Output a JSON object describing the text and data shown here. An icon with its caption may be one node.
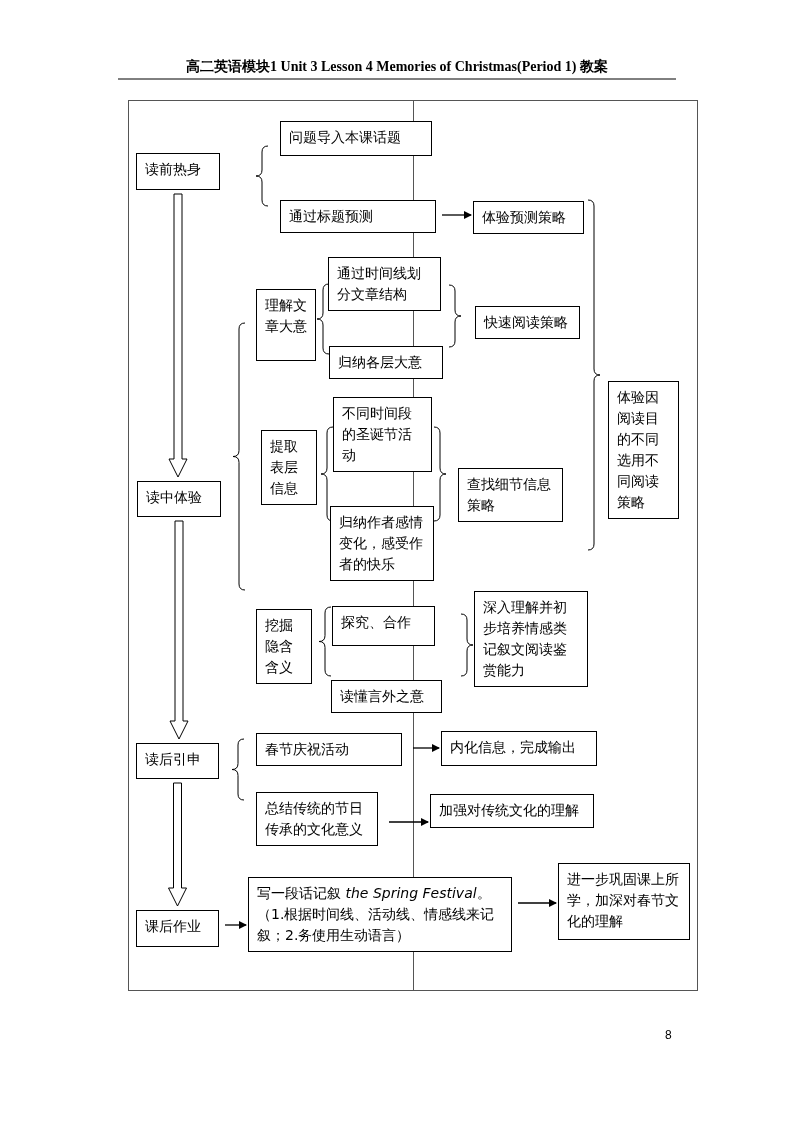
{
  "diagram": {
    "title": "高二英语模块1 Unit 3 Lesson 4 Memories of Christmas(Period 1) 教案",
    "nodes": [
      {
        "text": [
          "读前热身"
        ]
      },
      {
        "text": [
          "问题导入本课话题"
        ]
      },
      {
        "text": [
          "通过标题预测"
        ]
      },
      {
        "text": [
          "体验预测策略"
        ]
      },
      {
        "text": [
          "理解文章大意"
        ]
      },
      {
        "text": [
          "通过时间线划分文章结构"
        ]
      },
      {
        "text": [
          "归纳各层大意"
        ]
      },
      {
        "text": [
          "快速阅读策略"
        ]
      },
      {
        "text": [
          "读中体验"
        ]
      },
      {
        "text": [
          "提取表层信息"
        ]
      },
      {
        "text": [
          "不同时间段的圣诞节活动"
        ]
      },
      {
        "text": [
          "归纳作者感情变化，感受作者的快乐"
        ]
      },
      {
        "text": [
          "查找细节信息策略"
        ]
      },
      {
        "text": [
          "体验因阅读目的不同选用不同阅读策略"
        ]
      },
      {
        "text": [
          "挖掘隐含含义"
        ]
      },
      {
        "text": [
          "探究、合作"
        ]
      },
      {
        "text": [
          "读懂言外之意"
        ]
      },
      {
        "text": [
          "深入理解并初步培养情感类记叙文阅读鉴赏能力"
        ]
      },
      {
        "text": [
          "读后引申"
        ]
      },
      {
        "text": [
          "春节庆祝活动"
        ]
      },
      {
        "text": [
          "内化信息，完成输出"
        ]
      },
      {
        "text": [
          "总结传统的节日传承的文化意义"
        ]
      },
      {
        "text": [
          "加强对传统文化的理解"
        ]
      },
      {
        "text": [
          "课后作业"
        ]
      },
      {
        "text": [
          "写一段话记叙 *the Spring Festival*。（1.根据时间线、活动线、情感线来记叙；2.务使用生动语言）"
        ]
      },
      {
        "text": [
          "进一步巩固课上所学，加深对春节文化的理解"
        ]
      }
    ],
    "edges": [
      {
        "from": 2,
        "to": 3,
        "arrow": "to"
      },
      {
        "from": 0,
        "to": 8,
        "arrow": "to",
        "style": "thick"
      },
      {
        "from": 8,
        "to": 18,
        "arrow": "to",
        "style": "thick"
      },
      {
        "from": 19,
        "to": 20,
        "arrow": "to"
      },
      {
        "from": 21,
        "to": 22,
        "arrow": "to"
      },
      {
        "from": 18,
        "to": 23,
        "arrow": "to",
        "style": "thick"
      },
      {
        "from": 23,
        "to": 24,
        "arrow": "to"
      },
      {
        "from": 24,
        "to": 25,
        "arrow": "to"
      }
    ],
    "labels": [
      "8"
    ]
  }
}
